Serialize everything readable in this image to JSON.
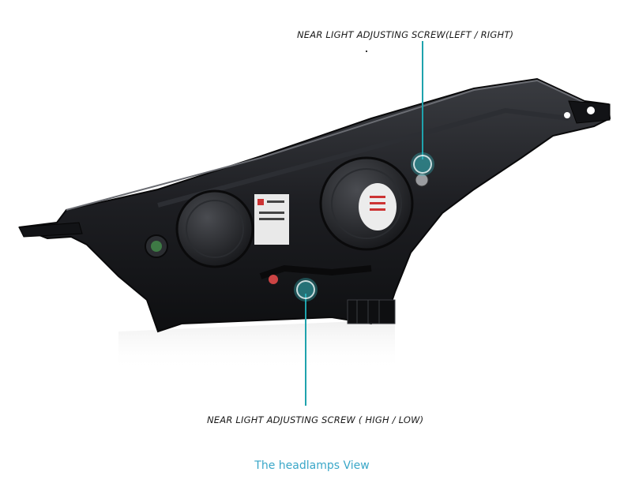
{
  "annotations": {
    "top_label": "NEAR LIGHT ADJUSTING SCREW(LEFT / RIGHT)",
    "bottom_label": "NEAR LIGHT ADJUSTING SCREW ( HIGH / LOW)"
  },
  "caption": "The headlamps View",
  "colors": {
    "accent": "#1fa3ad",
    "caption": "#3aa7c8",
    "housing": "#1c1d20"
  }
}
